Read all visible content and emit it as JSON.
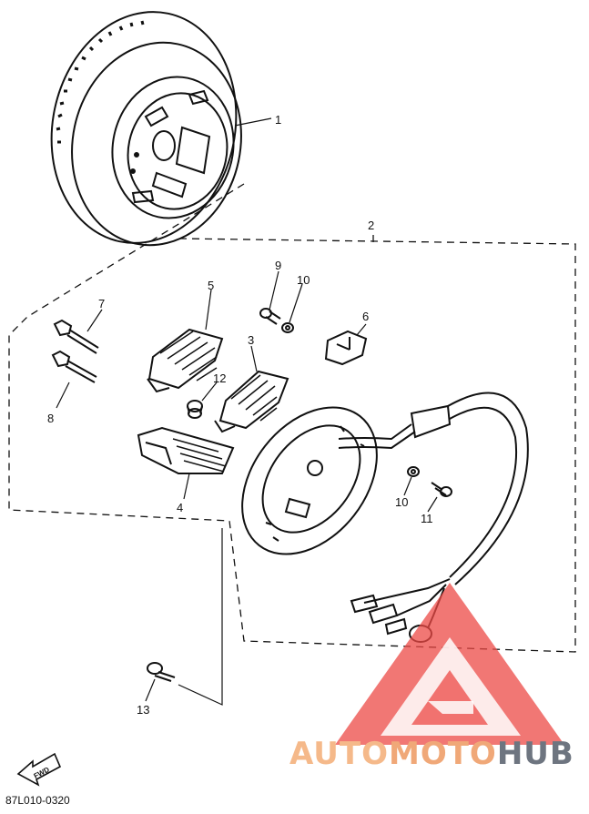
{
  "diagram": {
    "parts": [
      {
        "ref": "1"
      },
      {
        "ref": "2"
      },
      {
        "ref": "3"
      },
      {
        "ref": "4"
      },
      {
        "ref": "5"
      },
      {
        "ref": "6"
      },
      {
        "ref": "7"
      },
      {
        "ref": "8"
      },
      {
        "ref": "9"
      },
      {
        "ref": "10"
      },
      {
        "ref": "10"
      },
      {
        "ref": "11"
      },
      {
        "ref": "12"
      },
      {
        "ref": "13"
      }
    ],
    "direction_marker": "FWD",
    "drawing_code": "87L010-0320"
  },
  "watermark": {
    "part1": "AUTO",
    "part2": "MOTO",
    "part3": "HUB",
    "colors": {
      "auto": "#f5b98a",
      "moto": "#f0a878",
      "hub": "#6e7580",
      "triangle": "#ec4a45"
    }
  }
}
